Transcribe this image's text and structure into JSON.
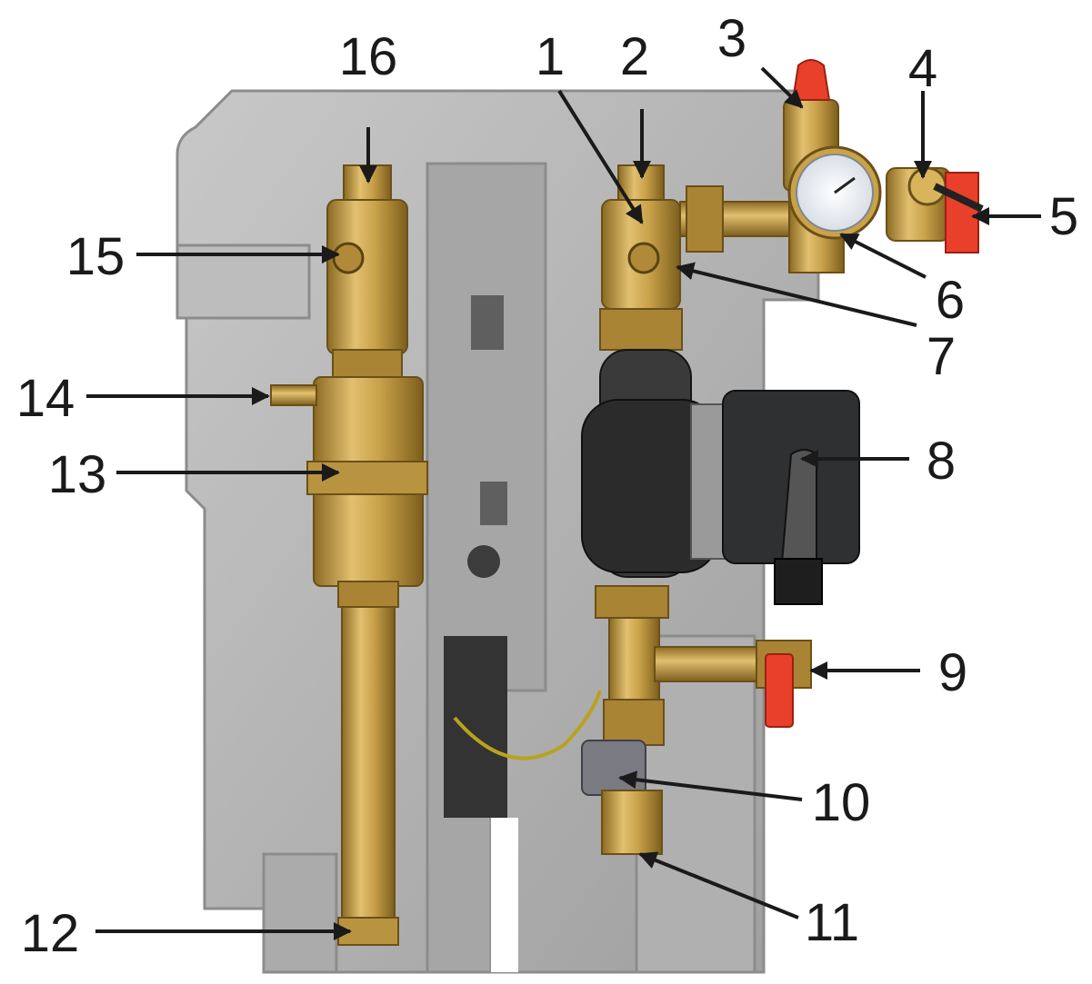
{
  "image": {
    "subject": "solar pump station with insulation shell",
    "colors": {
      "background": "#ffffff",
      "foam": "#b9b9b9",
      "foam_shadow": "#8c8c8c",
      "brass": "#c9a24a",
      "brass_dark": "#8a6a22",
      "pump_black": "#2b2b2b",
      "valve_red": "#e8402a",
      "arrow": "#1a1a1a"
    }
  },
  "callouts": [
    {
      "id": "1",
      "text": "1"
    },
    {
      "id": "2",
      "text": "2"
    },
    {
      "id": "3",
      "text": "3"
    },
    {
      "id": "4",
      "text": "4"
    },
    {
      "id": "5",
      "text": "5"
    },
    {
      "id": "6",
      "text": "6"
    },
    {
      "id": "7",
      "text": "7"
    },
    {
      "id": "8",
      "text": "8"
    },
    {
      "id": "9",
      "text": "9"
    },
    {
      "id": "10",
      "text": "10"
    },
    {
      "id": "11",
      "text": "11"
    },
    {
      "id": "12",
      "text": "12"
    },
    {
      "id": "13",
      "text": "13"
    },
    {
      "id": "14",
      "text": "14"
    },
    {
      "id": "15",
      "text": "15"
    },
    {
      "id": "16",
      "text": "16"
    }
  ]
}
